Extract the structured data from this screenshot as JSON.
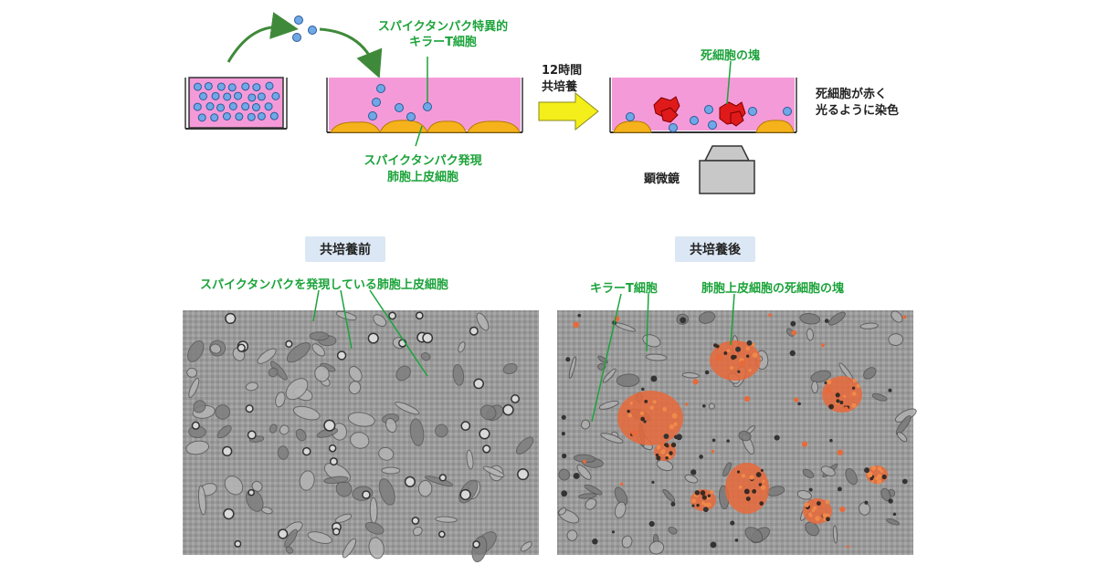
{
  "diagram": {
    "label_killer_t_top": "スパイクタンパク特異的\nキラーT細胞",
    "label_epithelial": "スパイクタンパク発現\n肺胞上皮細胞",
    "label_coculture_time": "12時間\n共培養",
    "label_dead_clump": "死細胞の塊",
    "label_stain": "死細胞が赤く\n光るように染色",
    "label_microscope": "顕微鏡"
  },
  "panels": {
    "before": {
      "title": "共培養前",
      "annotation": "スパイクタンパクを発現している肺胞上皮細胞"
    },
    "after": {
      "title": "共培養後",
      "annotation_left": "キラーT細胞",
      "annotation_right": "肺胞上皮細胞の死細胞の塊"
    }
  },
  "colors": {
    "medium_pink": "#f59ad8",
    "tcell_blue": "#6fa8e6",
    "epithelial_orange": "#f6b21b",
    "dead_red": "#e01a1a",
    "arrow_green": "#3f8a3a",
    "arrow_yellow": "#f4ee1a",
    "label_green": "#1ba33a",
    "title_bg": "#dbe7f4"
  }
}
